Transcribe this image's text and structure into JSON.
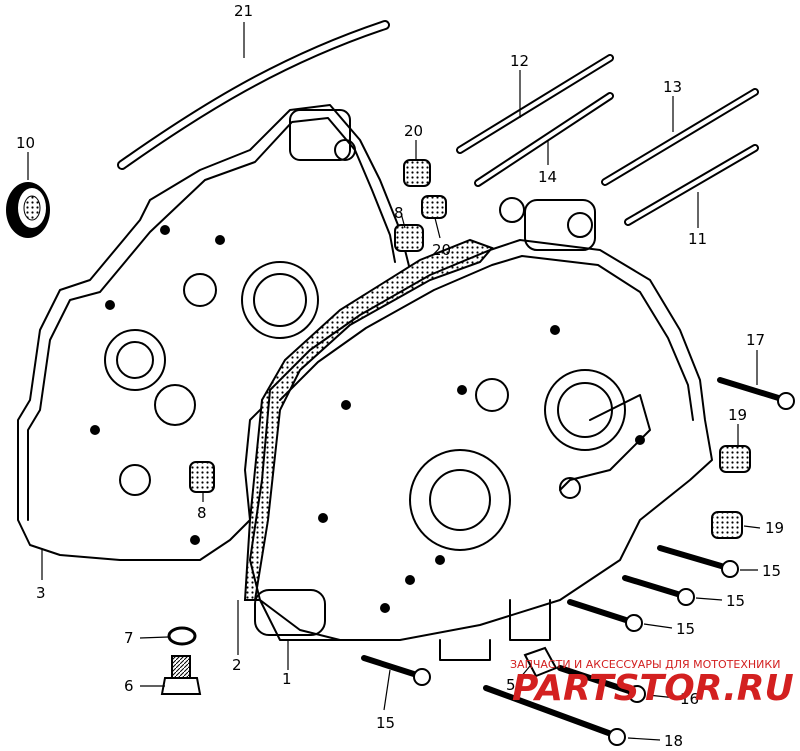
{
  "parts": [
    {
      "id": "1",
      "label": "1"
    },
    {
      "id": "2",
      "label": "2"
    },
    {
      "id": "3",
      "label": "3"
    },
    {
      "id": "5",
      "label": "5"
    },
    {
      "id": "6",
      "label": "6"
    },
    {
      "id": "7",
      "label": "7"
    },
    {
      "id": "8a",
      "label": "8"
    },
    {
      "id": "8b",
      "label": "8"
    },
    {
      "id": "10",
      "label": "10"
    },
    {
      "id": "11",
      "label": "11"
    },
    {
      "id": "12",
      "label": "12"
    },
    {
      "id": "13",
      "label": "13"
    },
    {
      "id": "14",
      "label": "14"
    },
    {
      "id": "15a",
      "label": "15"
    },
    {
      "id": "15b",
      "label": "15"
    },
    {
      "id": "15c",
      "label": "15"
    },
    {
      "id": "15d",
      "label": "15"
    },
    {
      "id": "16",
      "label": "16"
    },
    {
      "id": "17",
      "label": "17"
    },
    {
      "id": "18",
      "label": "18"
    },
    {
      "id": "19a",
      "label": "19"
    },
    {
      "id": "19b",
      "label": "19"
    },
    {
      "id": "20a",
      "label": "20"
    },
    {
      "id": "20b",
      "label": "20"
    },
    {
      "id": "21",
      "label": "21"
    }
  ],
  "watermark": {
    "line1": "ЗАПЧАСТИ И АКСЕССУАРЫ ДЛЯ МОТОТЕХНИКИ",
    "line2": "PARTSTOR.RU"
  },
  "colors": {
    "ink": "#000000",
    "watermark": "#d32020",
    "paper": "#ffffff"
  }
}
